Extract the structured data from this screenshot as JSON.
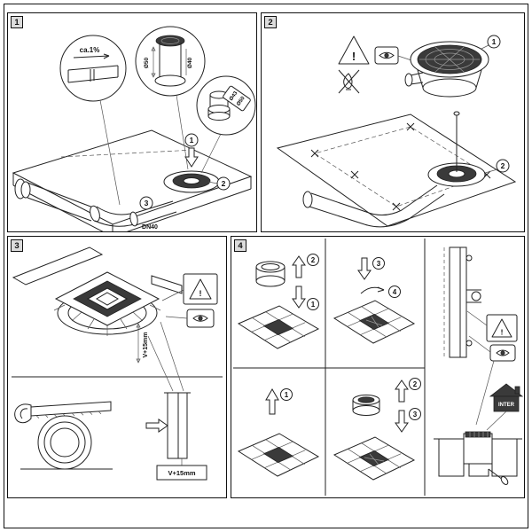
{
  "panels": {
    "p1": {
      "number": "1",
      "labels": {
        "slope": "ca.1%",
        "dim_outer": "Ø50",
        "dim_inner": "Ø40",
        "tag_top": "Ø43",
        "tag_bottom": "Ø50",
        "pipe_size": "DN40"
      },
      "steps": {
        "s1": "1",
        "s2": "2",
        "s3": "3"
      }
    },
    "p2": {
      "number": "2",
      "warning_mark": "!",
      "steps": {
        "s1": "1",
        "s2": "2"
      }
    },
    "p3": {
      "number": "3",
      "warning_mark": "!",
      "labels": {
        "height_top": "V+15mm",
        "height_detail": "V+15mm"
      }
    },
    "p4": {
      "number": "4",
      "warning_mark": "!",
      "house_label": "INTER",
      "steps": {
        "tl1": "1",
        "tl2": "2",
        "tr3": "3",
        "tr4": "4",
        "bl1": "1",
        "br2": "2",
        "br3": "3"
      }
    }
  }
}
